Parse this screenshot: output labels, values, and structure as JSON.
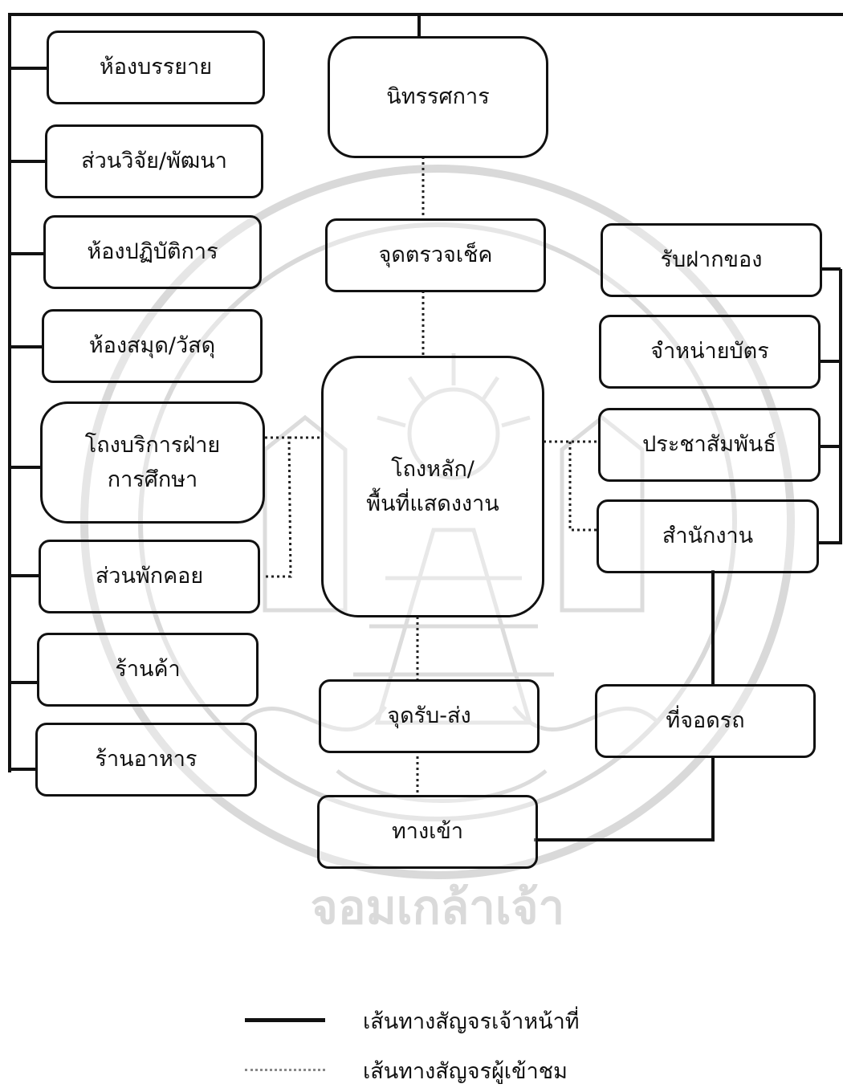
{
  "nodes": {
    "lecture": "ห้องบรรยาย",
    "research": "ส่วนวิจัย/พัฒนา",
    "lab": "ห้องปฏิบัติการ",
    "library": "ห้องสมุด/วัสดุ",
    "edu_hall": "โถงบริการฝ่าย\nการศึกษา",
    "waiting": "ส่วนพักคอย",
    "shop": "ร้านค้า",
    "restaurant": "ร้านอาหาร",
    "exhibition": "นิทรรศการ",
    "checkpoint": "จุดตรวจเช็ค",
    "main_hall": "โถงหลัก/\nพื้นที่แสดงงาน",
    "dropoff": "จุดรับ-ส่ง",
    "entrance": "ทางเข้า",
    "cloakroom": "รับฝากของ",
    "ticket": "จำหน่ายบัตร",
    "pr": "ประชาสัมพันธ์",
    "office": "สำนักงาน",
    "parking": "ที่จอดรถ"
  },
  "legend": {
    "staff": "เส้นทางสัญจรเจ้าหน้าที่",
    "visitor": "เส้นทางสัญจรผู้เข้าชม"
  },
  "colors": {
    "line": "#111111",
    "watermark": "#d6d6d6"
  }
}
